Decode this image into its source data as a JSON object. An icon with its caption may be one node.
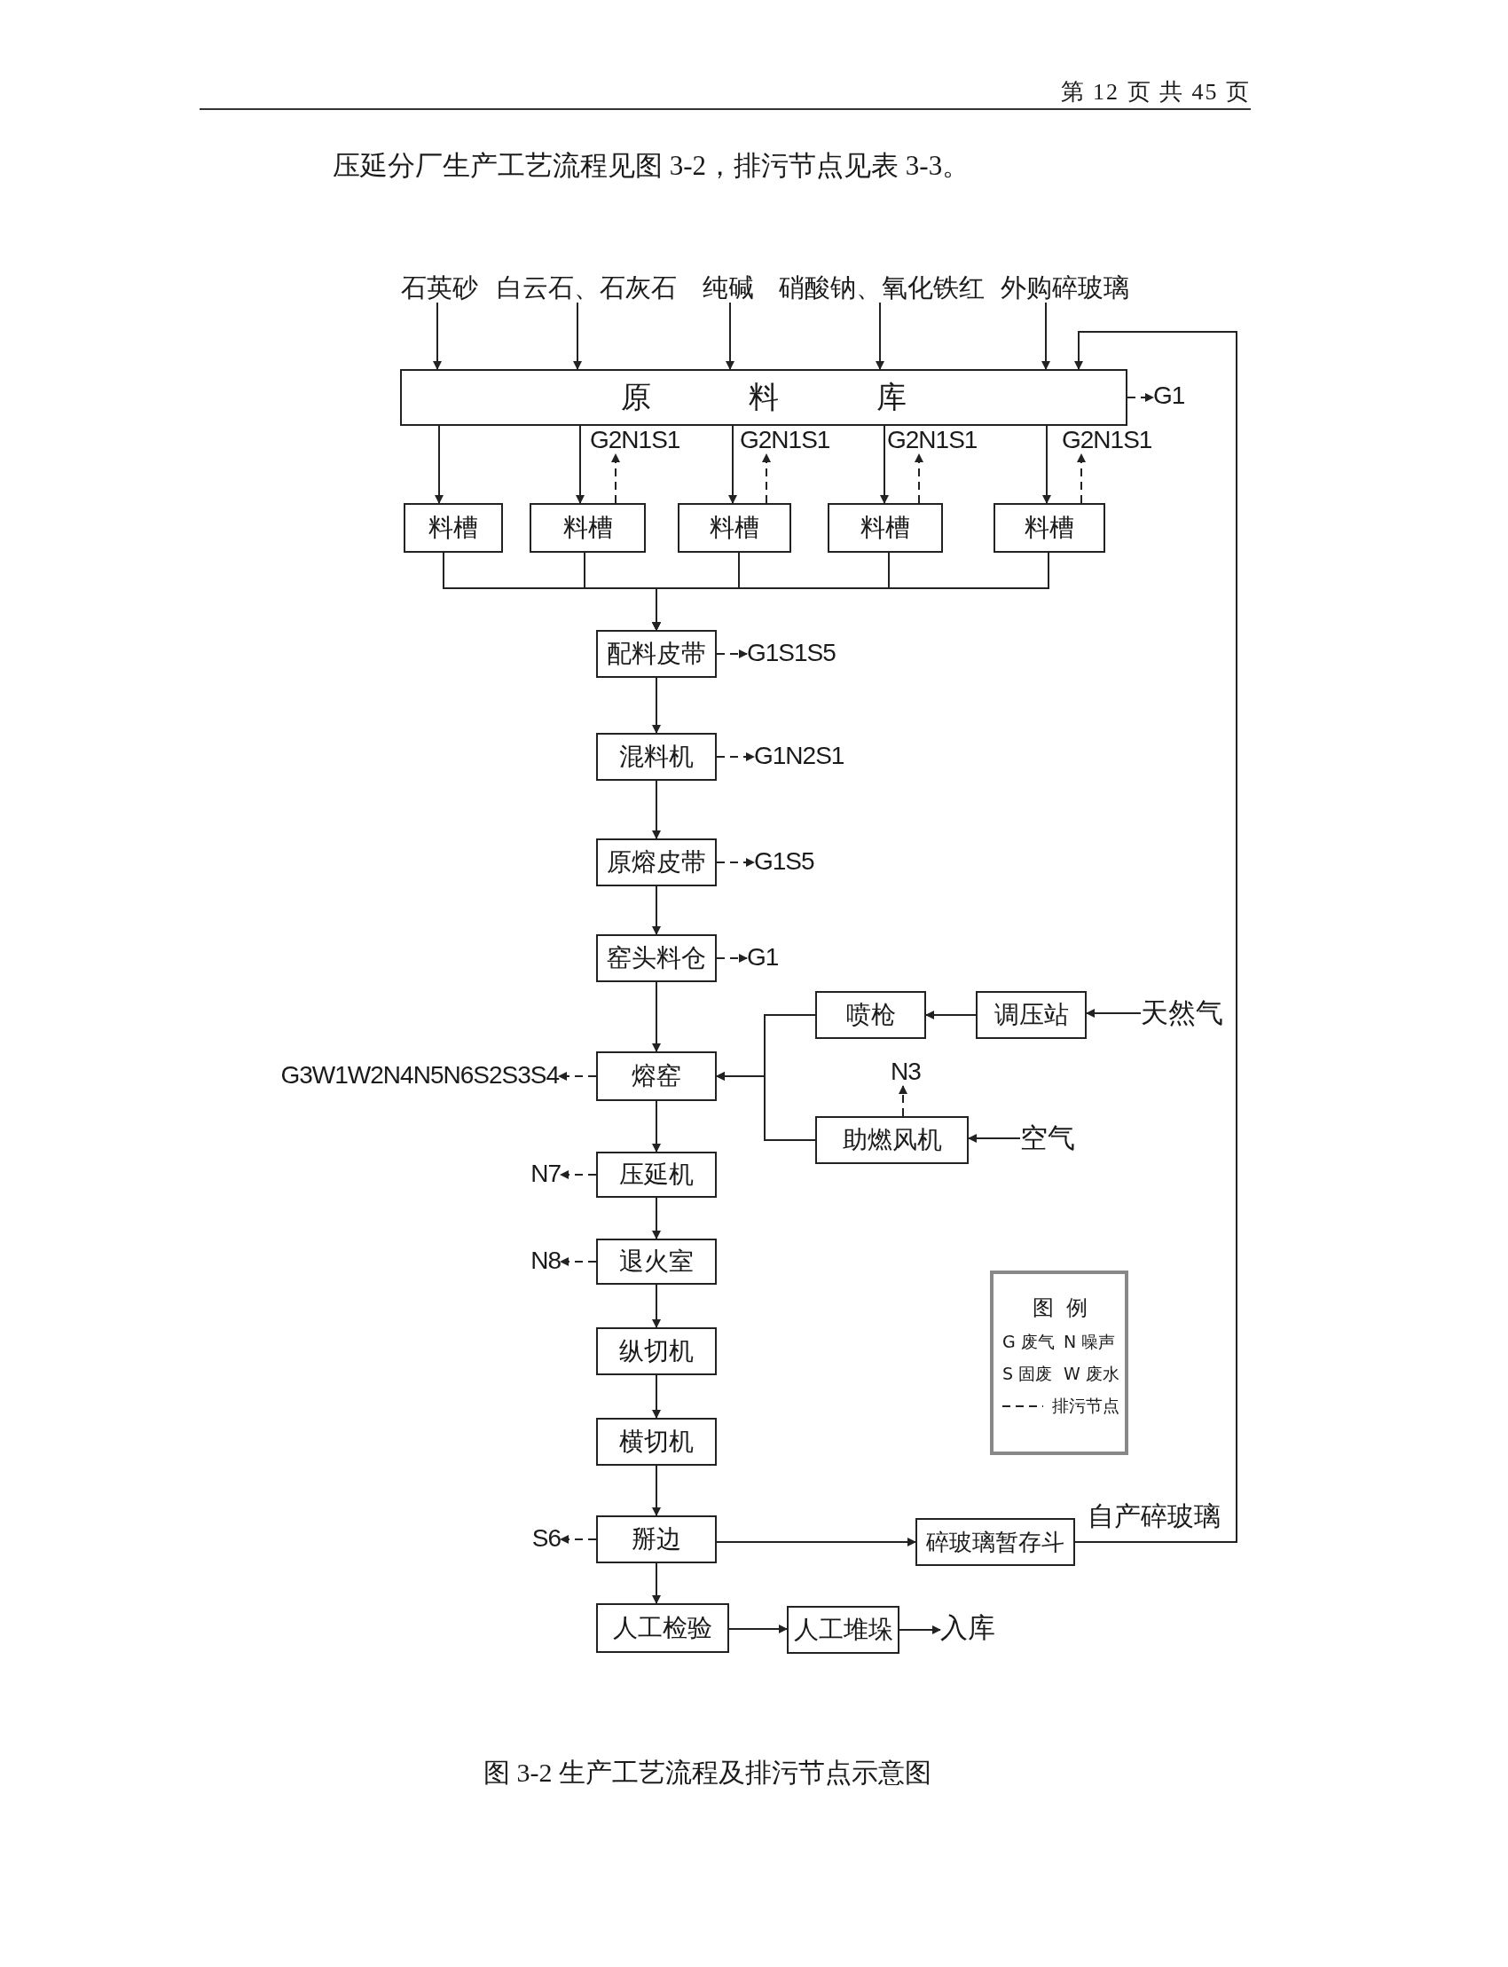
{
  "diagram": {
    "caption": "图 3-2 生产工艺流程及排污节点示意图",
    "nodes": [
      {
        "text": [
          "石英砂"
        ]
      },
      {
        "text": [
          "白云石、石灰石"
        ]
      },
      {
        "text": [
          "纯碱"
        ]
      },
      {
        "text": [
          "硝酸钠、氧化铁红"
        ]
      },
      {
        "text": [
          "外购碎玻璃"
        ]
      },
      {
        "text": [
          "原料库"
        ]
      },
      {
        "text": [
          "G1"
        ]
      },
      {
        "text": [
          "G2N1S1"
        ]
      },
      {
        "text": [
          "G2N1S1"
        ]
      },
      {
        "text": [
          "G2N1S1"
        ]
      },
      {
        "text": [
          "G2N1S1"
        ]
      },
      {
        "text": [
          "料槽"
        ]
      },
      {
        "text": [
          "料槽"
        ]
      },
      {
        "text": [
          "料槽"
        ]
      },
      {
        "text": [
          "料槽"
        ]
      },
      {
        "text": [
          "料槽"
        ]
      },
      {
        "text": [
          "配料皮带"
        ]
      },
      {
        "text": [
          "G1S1S5"
        ]
      },
      {
        "text": [
          "混料机"
        ]
      },
      {
        "text": [
          "G1N2S1"
        ]
      },
      {
        "text": [
          "原熔皮带"
        ]
      },
      {
        "text": [
          "G1S5"
        ]
      },
      {
        "text": [
          "窑头料仓"
        ]
      },
      {
        "text": [
          "G1"
        ]
      },
      {
        "text": [
          "喷枪"
        ]
      },
      {
        "text": [
          "调压站"
        ]
      },
      {
        "text": [
          "天然气"
        ]
      },
      {
        "text": [
          "熔窑"
        ]
      },
      {
        "text": [
          "G3W1W2N4N5N6S2S3S4"
        ]
      },
      {
        "text": [
          "N3"
        ]
      },
      {
        "text": [
          "助燃风机"
        ]
      },
      {
        "text": [
          "空气"
        ]
      },
      {
        "text": [
          "压延机"
        ]
      },
      {
        "text": [
          "N7"
        ]
      },
      {
        "text": [
          "退火室"
        ]
      },
      {
        "text": [
          "N8"
        ]
      },
      {
        "text": [
          "纵切机"
        ]
      },
      {
        "text": [
          "横切机"
        ]
      },
      {
        "text": [
          "掰边"
        ]
      },
      {
        "text": [
          "S6"
        ]
      },
      {
        "text": [
          "碎玻璃暂存斗"
        ]
      },
      {
        "text": [
          "人工检验"
        ]
      },
      {
        "text": [
          "人工堆垛"
        ]
      },
      {
        "text": [
          "入库"
        ]
      }
    ],
    "edges": [
      {
        "from": 0,
        "to": 5,
        "arrow": "to"
      },
      {
        "from": 1,
        "to": 5,
        "arrow": "to"
      },
      {
        "from": 2,
        "to": 5,
        "arrow": "to"
      },
      {
        "from": 3,
        "to": 5,
        "arrow": "to"
      },
      {
        "from": 4,
        "to": 5,
        "arrow": "to"
      },
      {
        "from": 5,
        "to": 6,
        "arrow": "to",
        "style": "dashed"
      },
      {
        "from": 5,
        "to": 11,
        "arrow": "to"
      },
      {
        "from": 5,
        "to": 12,
        "arrow": "to"
      },
      {
        "from": 5,
        "to": 13,
        "arrow": "to"
      },
      {
        "from": 5,
        "to": 14,
        "arrow": "to"
      },
      {
        "from": 5,
        "to": 15,
        "arrow": "to"
      },
      {
        "from": 12,
        "to": 7,
        "arrow": "to",
        "style": "dashed"
      },
      {
        "from": 13,
        "to": 8,
        "arrow": "to",
        "style": "dashed"
      },
      {
        "from": 14,
        "to": 9,
        "arrow": "to",
        "style": "dashed"
      },
      {
        "from": 15,
        "to": 10,
        "arrow": "to",
        "style": "dashed"
      },
      {
        "from": 11,
        "to": 16,
        "arrow": "to"
      },
      {
        "from": 12,
        "to": 16,
        "arrow": "to"
      },
      {
        "from": 13,
        "to": 16,
        "arrow": "to"
      },
      {
        "from": 14,
        "to": 16,
        "arrow": "to"
      },
      {
        "from": 15,
        "to": 16,
        "arrow": "to"
      },
      {
        "from": 16,
        "to": 17,
        "arrow": "to",
        "style": "dashed"
      },
      {
        "from": 16,
        "to": 18,
        "arrow": "to"
      },
      {
        "from": 18,
        "to": 19,
        "arrow": "to",
        "style": "dashed"
      },
      {
        "from": 18,
        "to": 20,
        "arrow": "to"
      },
      {
        "from": 20,
        "to": 21,
        "arrow": "to",
        "style": "dashed"
      },
      {
        "from": 20,
        "to": 22,
        "arrow": "to"
      },
      {
        "from": 22,
        "to": 23,
        "arrow": "to",
        "style": "dashed"
      },
      {
        "from": 22,
        "to": 27,
        "arrow": "to"
      },
      {
        "from": 26,
        "to": 25,
        "arrow": "to"
      },
      {
        "from": 25,
        "to": 24,
        "arrow": "to"
      },
      {
        "from": 24,
        "to": 27,
        "arrow": "to"
      },
      {
        "from": 31,
        "to": 30,
        "arrow": "to"
      },
      {
        "from": 30,
        "to": 27,
        "arrow": "to"
      },
      {
        "from": 30,
        "to": 29,
        "arrow": "to",
        "style": "dashed"
      },
      {
        "from": 27,
        "to": 28,
        "arrow": "to",
        "style": "dashed"
      },
      {
        "from": 27,
        "to": 32,
        "arrow": "to"
      },
      {
        "from": 32,
        "to": 33,
        "arrow": "to",
        "style": "dashed"
      },
      {
        "from": 32,
        "to": 34,
        "arrow": "to"
      },
      {
        "from": 34,
        "to": 35,
        "arrow": "to",
        "style": "dashed"
      },
      {
        "from": 34,
        "to": 36,
        "arrow": "to"
      },
      {
        "from": 36,
        "to": 37,
        "arrow": "to"
      },
      {
        "from": 37,
        "to": 38,
        "arrow": "to"
      },
      {
        "from": 38,
        "to": 39,
        "arrow": "to",
        "style": "dashed"
      },
      {
        "from": 38,
        "to": 40,
        "arrow": "to"
      },
      {
        "from": 38,
        "to": 41,
        "arrow": "to"
      },
      {
        "from": 41,
        "to": 42,
        "arrow": "to"
      },
      {
        "from": 42,
        "to": 43,
        "arrow": "to"
      },
      {
        "from": 40,
        "to": 5,
        "arrow": "to",
        "label": "自产碎玻璃"
      }
    ],
    "labels": [
      "第 12 页 共 45 页",
      "压延分厂生产工艺流程见图 3-2，排污节点见表 3-3。",
      "图例"
    ],
    "legend": [
      {
        "text": "G 废气"
      },
      {
        "text": "N 噪声"
      },
      {
        "text": "S 固废"
      },
      {
        "text": "W 废水"
      },
      {
        "text": "排污节点"
      }
    ]
  }
}
